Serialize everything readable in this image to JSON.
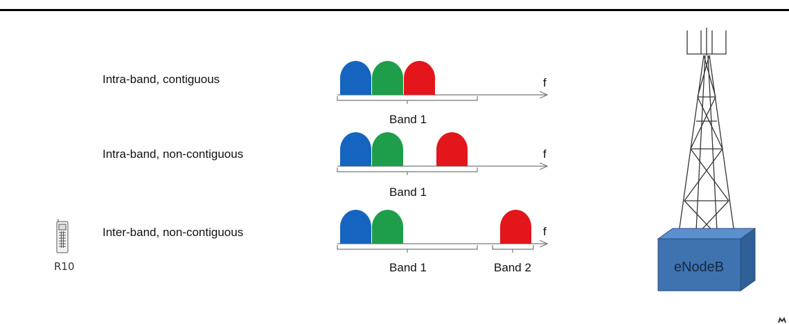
{
  "rows": [
    {
      "label": "Intra-band, contiguous",
      "band_labels": [
        "Band 1"
      ],
      "carrier_colors": [
        "#1565c0",
        "#1e9e4a",
        "#e3161c"
      ]
    },
    {
      "label": "Intra-band, non-contiguous",
      "band_labels": [
        "Band 1"
      ],
      "carrier_colors": [
        "#1565c0",
        "#1e9e4a",
        "#e3161c"
      ]
    },
    {
      "label": "Inter-band, non-contiguous",
      "band_labels": [
        "Band 1",
        "Band 2"
      ],
      "carrier_colors": [
        "#1565c0",
        "#1e9e4a",
        "#e3161c"
      ]
    }
  ],
  "axis_symbol": "f",
  "device": {
    "label": "R10",
    "icon": "mobile-phone-icon"
  },
  "tower": {
    "label": "eNodeB",
    "icon": "cell-tower-icon",
    "box_color": "#3f73b0"
  }
}
